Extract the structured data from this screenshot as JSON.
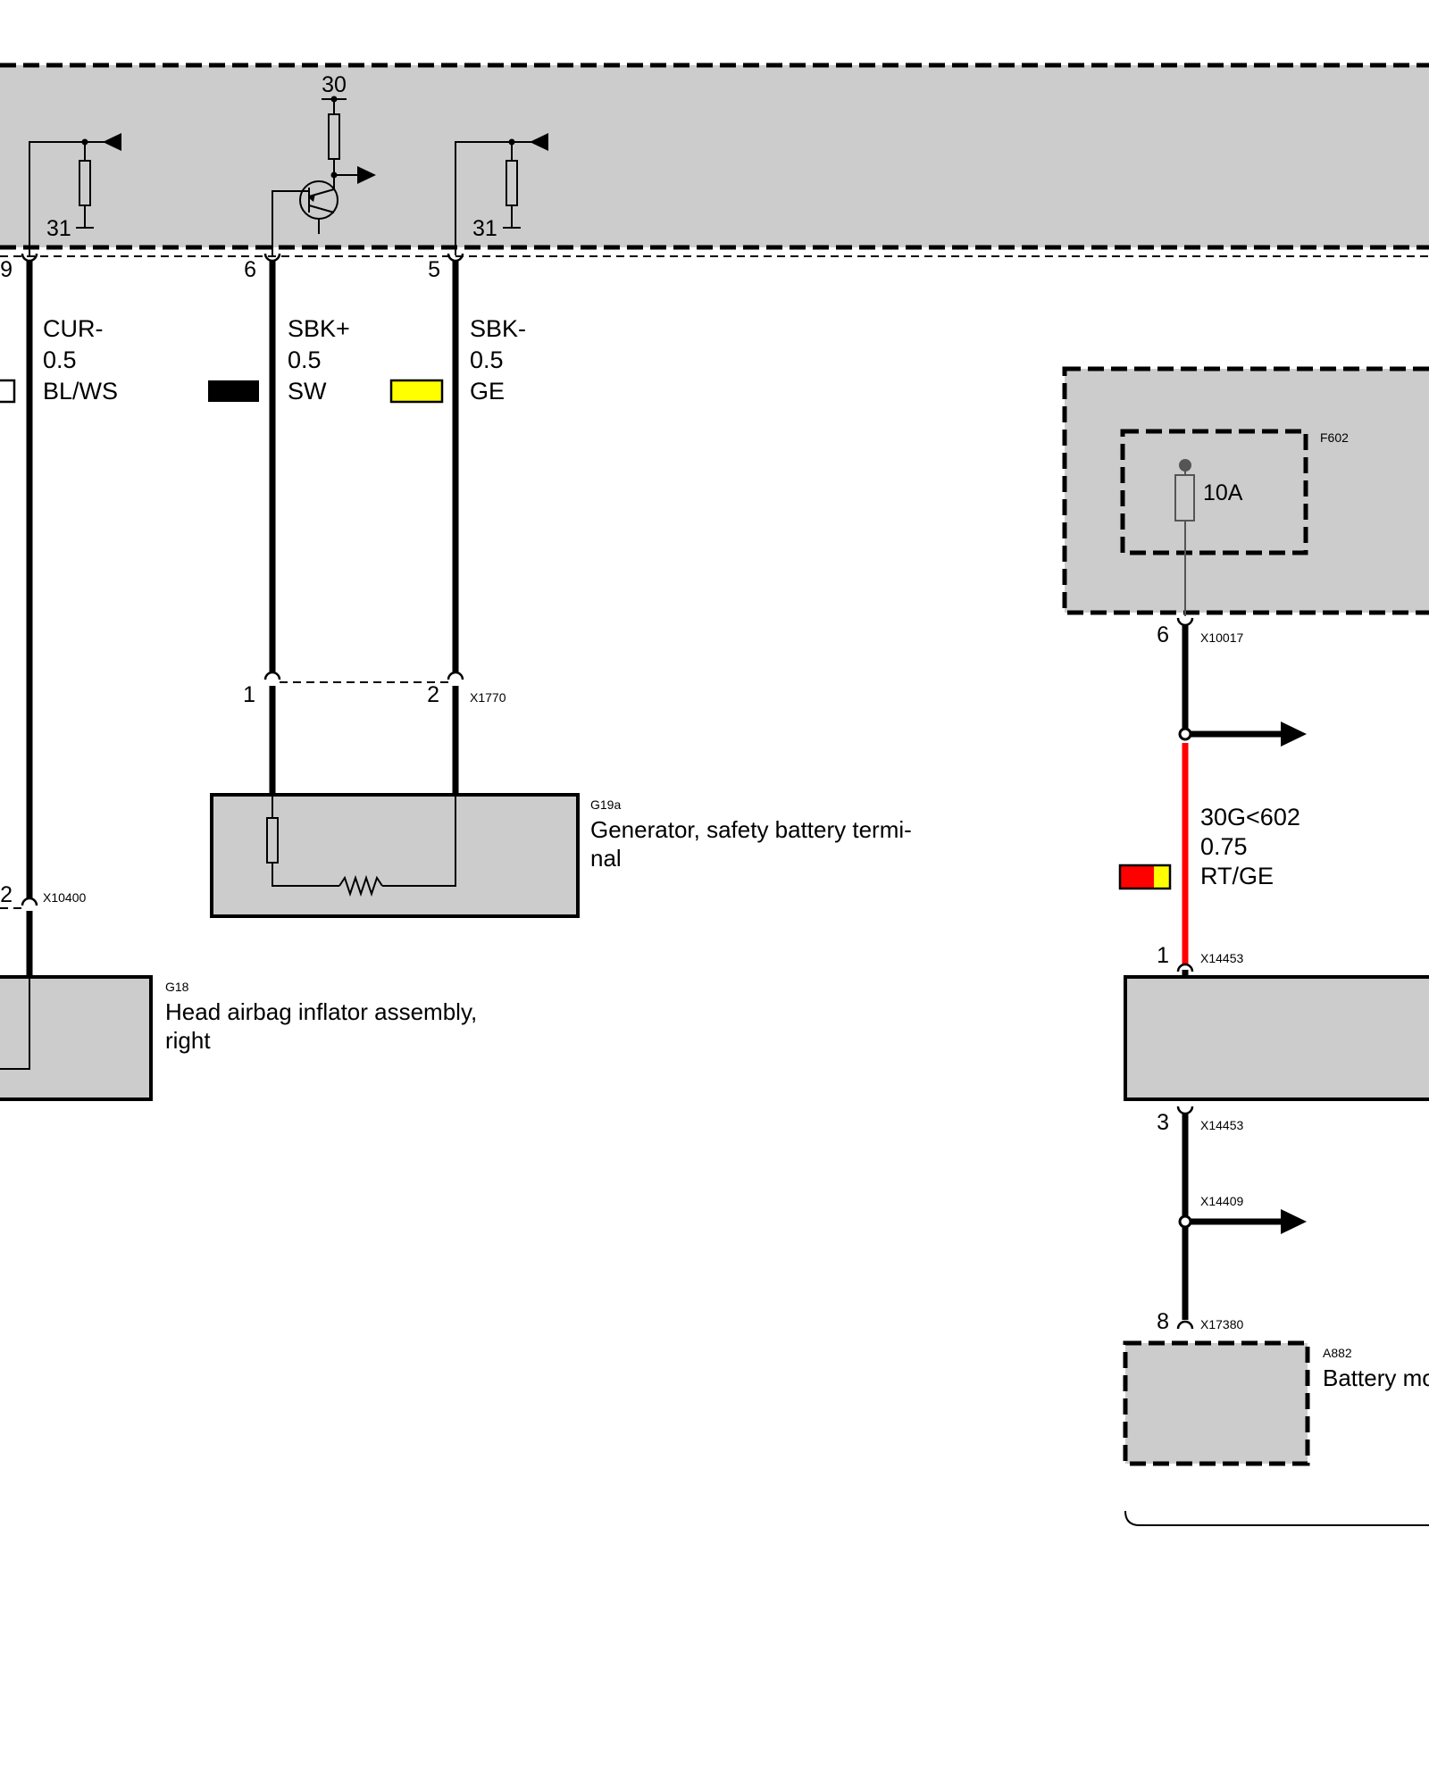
{
  "colors": {
    "panel_fill": "#cccccc",
    "wire": "#000000",
    "wire_red": "#ff0000",
    "swatch_black": "#000000",
    "swatch_yellow": "#ffff00",
    "swatch_red": "#ff0000",
    "swatch_white": "#ffffff"
  },
  "control_unit": {
    "supply_terminal": "30",
    "ground_terminal_left": "31",
    "ground_terminal_right": "31",
    "pins": [
      "9",
      "6",
      "5"
    ]
  },
  "wires": [
    {
      "signal": "CUR-",
      "gauge": "0.5",
      "color_code": "BL/WS"
    },
    {
      "signal": "SBK+",
      "gauge": "0.5",
      "color_code": "SW"
    },
    {
      "signal": "SBK-",
      "gauge": "0.5",
      "color_code": "GE"
    },
    {
      "signal": "30G<602",
      "gauge": "0.75",
      "color_code": "RT/GE"
    }
  ],
  "connectors": {
    "x1770": {
      "id": "X1770",
      "pin_a": "1",
      "pin_b": "2"
    },
    "x10400": {
      "id": "X10400",
      "pin": "2"
    },
    "x10017": {
      "id": "X10017",
      "pin": "6"
    },
    "x14453_in": {
      "id": "X14453",
      "pin": "1"
    },
    "x14453_out": {
      "id": "X14453",
      "pin": "3"
    },
    "x14409": {
      "id": "X14409"
    },
    "x17380": {
      "id": "X17380",
      "pin": "8"
    }
  },
  "components": {
    "g19a": {
      "id": "G19a",
      "name_line1": "Generator, safety battery termi-",
      "name_line2": "nal"
    },
    "g18": {
      "id": "G18",
      "name_line1": "Head airbag inflator assembly,",
      "name_line2": "right"
    },
    "f602": {
      "id": "F602",
      "rating": "10A"
    },
    "a882": {
      "id": "A882",
      "name": "Battery mo"
    }
  }
}
